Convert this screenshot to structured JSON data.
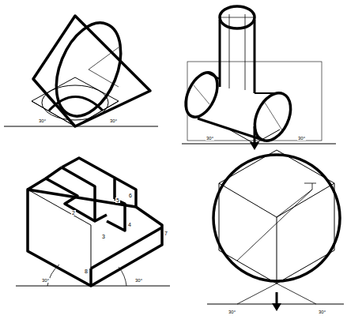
{
  "diagram": {
    "labels": [
      "30°",
      "30°",
      "30°",
      "30°",
      "2",
      "3",
      "4",
      "5",
      "6",
      "7",
      "8",
      "30°",
      "30°",
      "30°",
      "30°"
    ]
  }
}
